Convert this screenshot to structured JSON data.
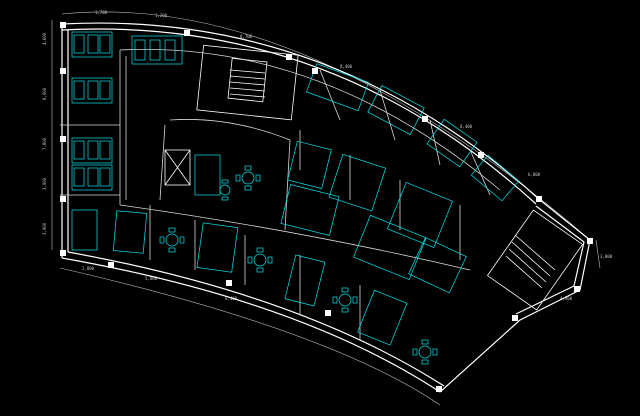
{
  "colors": {
    "background": "#000000",
    "wall": "#ffffff",
    "interior": "#d8d8d8",
    "furniture": "#00e5f0",
    "dimension": "#bfbfbf",
    "column": "#ffffff"
  },
  "dimension_labels": {
    "top_1": "1,700",
    "top_2": "1,200",
    "top_3": "8,700",
    "top_4": "8,400",
    "top_5": "8,400",
    "top_6": "6,000",
    "left_1": "4,600",
    "left_2": "8,000",
    "left_3": "7,800",
    "left_4": "3,000",
    "left_5": "3,000",
    "bottom_1": "2,800",
    "bottom_2": "5,860",
    "bottom_3": "6,400",
    "right_1": "3,000",
    "right_2": "4,900"
  },
  "icons": {
    "stair_top": "staircase-icon",
    "stair_right": "staircase-icon",
    "elevator": "elevator-icon",
    "meeting_tables": "round-table-icon"
  }
}
